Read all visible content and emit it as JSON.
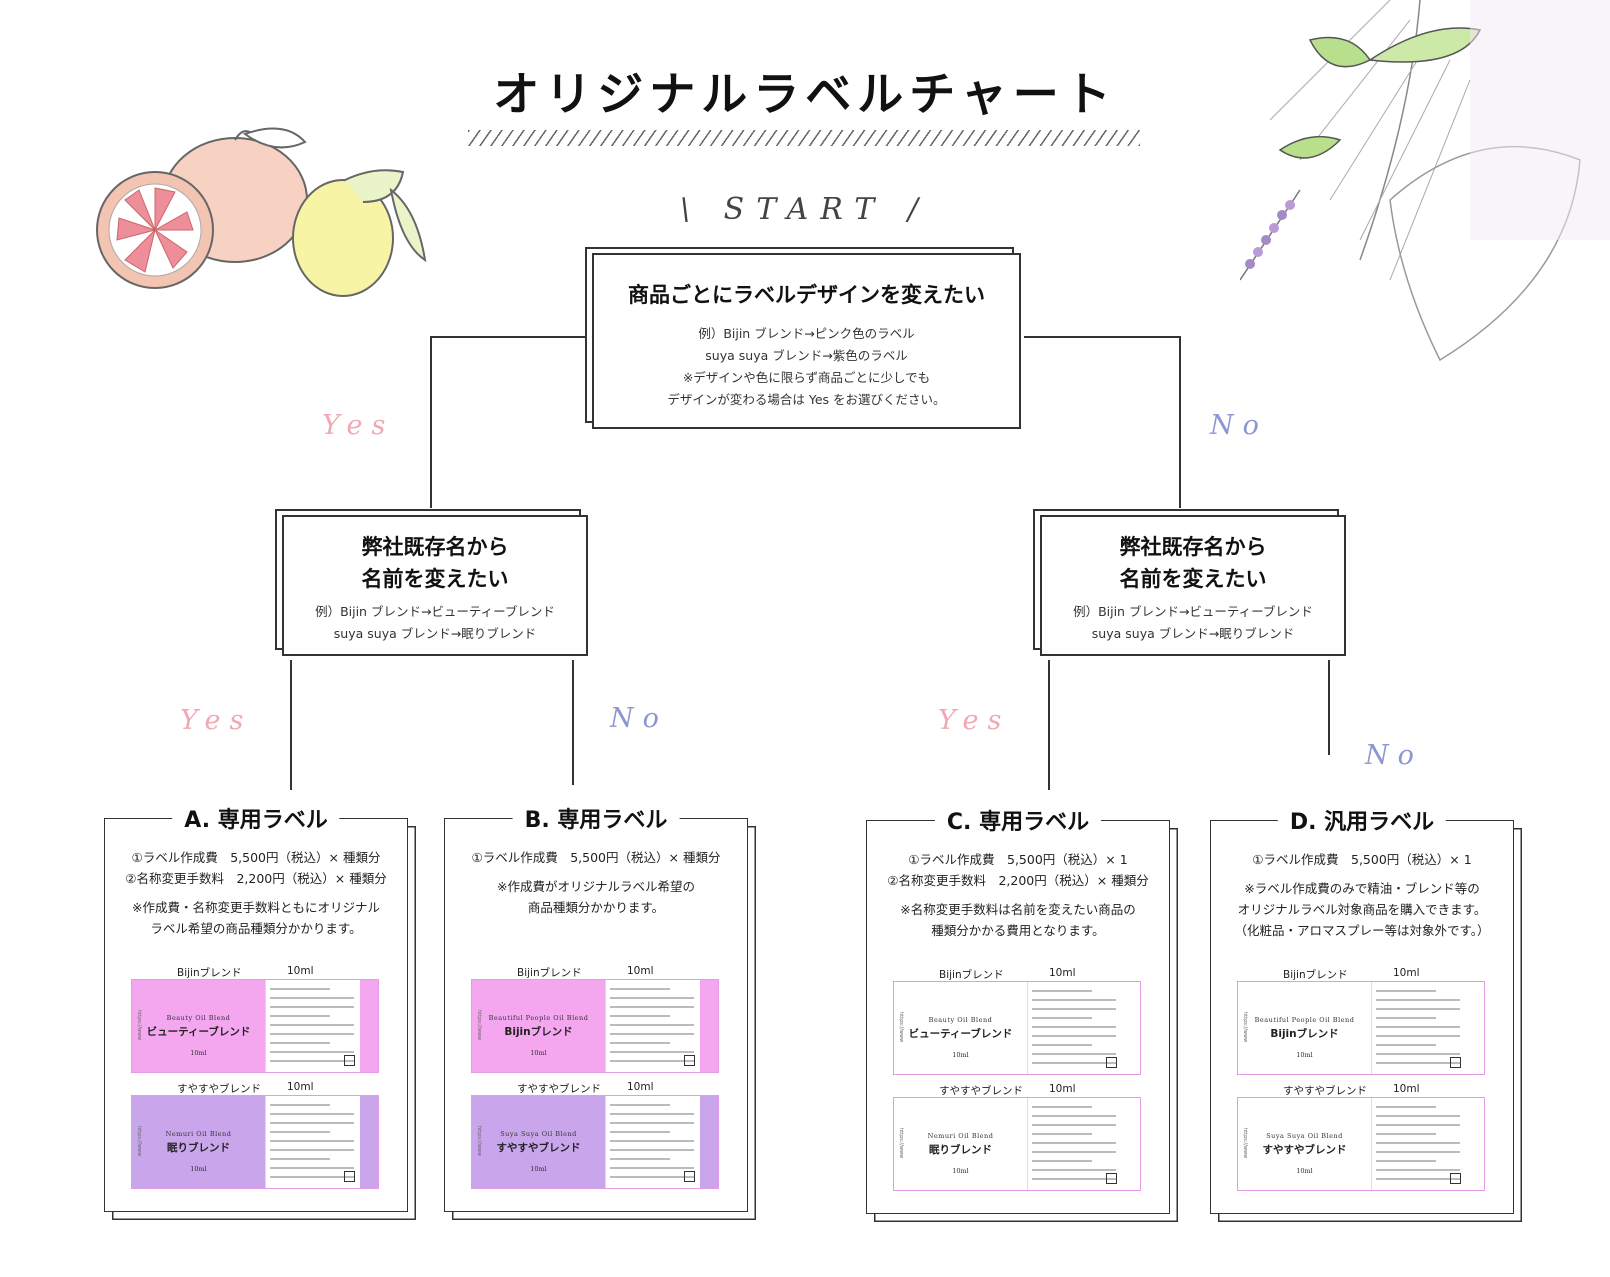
{
  "header": {
    "title": "オリジナルラベルチャート",
    "start": "\\ START /"
  },
  "q1": {
    "title": "商品ごとにラベルデザインを変えたい",
    "notes": [
      "例）Bijin ブレンド→ピンク色のラベル",
      "suya suya ブレンド→紫色のラベル",
      "※デザインや色に限らず商品ごとに少しでも",
      "デザインが変わる場合は Yes をお選びください。"
    ]
  },
  "q2": {
    "title_line1": "弊社既存名から",
    "title_line2": "名前を変えたい",
    "notes": [
      "例）Bijin ブレンド→ビューティーブレンド",
      "suya suya ブレンド→眠りブレンド"
    ]
  },
  "answers": {
    "yes": "Yes",
    "no": "No"
  },
  "cards": [
    {
      "title": "A. 専用ラベル",
      "lines": [
        "①ラベル作成費　5,500円（税込）× 種類分",
        "②名称変更手数料　2,200円（税込）× 種類分"
      ],
      "notes": [
        "※作成費・名称変更手数料ともにオリジナル",
        "ラベル希望の商品種類分かかります。"
      ],
      "labels": [
        {
          "heading": "Bijinブレンド",
          "volume": "10ml",
          "en": "Beauty Oil Blend",
          "jp": "ビューティーブレンド",
          "ml": "10ml",
          "color": "pink"
        },
        {
          "heading": "すやすやブレンド",
          "volume": "10ml",
          "en": "Nemuri Oil Blend",
          "jp": "眠りブレンド",
          "ml": "10ml",
          "color": "purple"
        }
      ]
    },
    {
      "title": "B. 専用ラベル",
      "lines": [
        "①ラベル作成費　5,500円（税込）× 種類分"
      ],
      "notes": [
        "※作成費がオリジナルラベル希望の",
        "商品種類分かかります。"
      ],
      "labels": [
        {
          "heading": "Bijinブレンド",
          "volume": "10ml",
          "en": "Beautiful People Oil Blend",
          "jp": "Bijinブレンド",
          "ml": "10ml",
          "color": "pink"
        },
        {
          "heading": "すやすやブレンド",
          "volume": "10ml",
          "en": "Suya Suya Oil Blend",
          "jp": "すやすやブレンド",
          "ml": "10ml",
          "color": "purple"
        }
      ]
    },
    {
      "title": "C. 専用ラベル",
      "lines": [
        "①ラベル作成費　5,500円（税込）× 1",
        "②名称変更手数料　2,200円（税込）× 種類分"
      ],
      "notes": [
        "※名称変更手数料は名前を変えたい商品の",
        "種類分かかる費用となります。"
      ],
      "labels": [
        {
          "heading": "Bijinブレンド",
          "volume": "10ml",
          "en": "Beauty Oil Blend",
          "jp": "ビューティーブレンド",
          "ml": "10ml",
          "color": "white"
        },
        {
          "heading": "すやすやブレンド",
          "volume": "10ml",
          "en": "Nemuri Oil Blend",
          "jp": "眠りブレンド",
          "ml": "10ml",
          "color": "white"
        }
      ]
    },
    {
      "title": "D. 汎用ラベル",
      "lines": [
        "①ラベル作成費　5,500円（税込）× 1"
      ],
      "notes": [
        "※ラベル作成費のみで精油・ブレンド等の",
        "オリジナルラベル対象商品を購入できます。",
        "（化粧品・アロマスプレー等は対象外です。）"
      ],
      "labels": [
        {
          "heading": "Bijinブレンド",
          "volume": "10ml",
          "en": "Beautiful People Oil Blend",
          "jp": "Bijinブレンド",
          "ml": "10ml",
          "color": "white"
        },
        {
          "heading": "すやすやブレンド",
          "volume": "10ml",
          "en": "Suya Suya Oil Blend",
          "jp": "すやすやブレンド",
          "ml": "10ml",
          "color": "white"
        }
      ]
    }
  ],
  "colors": {
    "pink": "#f4a6ef",
    "purple": "#c9a6ec",
    "yes": "#f0a8b4",
    "no": "#8c97cf",
    "line": "#333333"
  },
  "icons": [
    "grapefruit-illustration",
    "lemon-illustration",
    "leaf-illustration",
    "lavender-illustration"
  ]
}
